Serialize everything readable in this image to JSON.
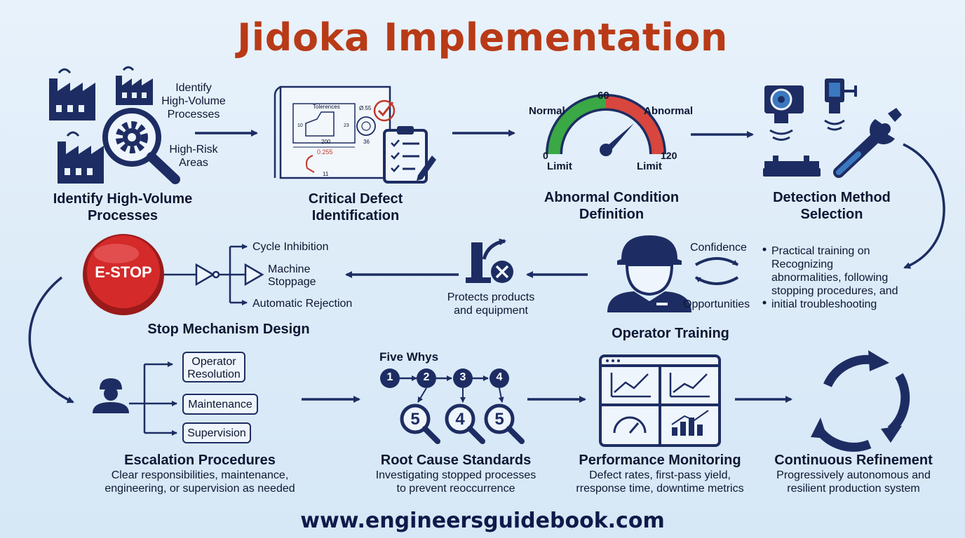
{
  "title": "Jidoka Implementation",
  "footer": "www.engineersguidebook.com",
  "colors": {
    "title": "#b93a17",
    "navy": "#1d2d63",
    "red_stop": "#d42a2a",
    "gauge_green": "#3aa845",
    "gauge_red": "#d8463d"
  },
  "steps": {
    "identify": {
      "title_l1": "Identify High-Volume",
      "title_l2": "Processes",
      "label_a_l1": "Identify",
      "label_a_l2": "High-Volume",
      "label_a_l3": "Processes",
      "label_b_l1": "High-Risk",
      "label_b_l2": "Areas",
      "icons": [
        "factory-icon",
        "magnifier-gear-icon"
      ]
    },
    "critical": {
      "title_l1": "Critical Defect",
      "title_l2": "Identification",
      "drawing": {
        "tolerances": "Tolerences",
        "dim_diameter": "Ø.55",
        "dim_200": "200",
        "dim_36": "36",
        "dim_red": "0.255",
        "side_10": "10",
        "side_23": "23",
        "side_11": "11"
      },
      "icons": [
        "blueprint-icon",
        "clipboard-checklist-icon"
      ]
    },
    "abnormal": {
      "title_l1": "Abnormal Condition",
      "title_l2": "Definition",
      "gauge": {
        "top": "60",
        "normal": "Normal",
        "abnormal": "Abnormal",
        "low": "0",
        "low_limit": "Limit",
        "high": "120",
        "high_limit": "Limit"
      }
    },
    "detection": {
      "title_l1": "Detection Method",
      "title_l2": "Selection",
      "icons": [
        "camera-sensor-icon",
        "proximity-sensor-icon",
        "fixture-icon",
        "wrench-icon"
      ]
    },
    "training": {
      "title": "Operator Training",
      "confidence": "Confidence",
      "opportunities": "Opportunities",
      "bullet_l1": "Practical training on",
      "bullet_l2": "Recognizing",
      "bullet_l3": "abnormalities, following",
      "bullet_l4": "stopping procedures, and",
      "bullet_l5": "initial troubleshooting"
    },
    "protect": {
      "label_l1": "Protects products",
      "label_l2": "and equipment"
    },
    "stop": {
      "title": "Stop Mechanism Design",
      "button": "E-STOP",
      "outputs": [
        "Cycle Inhibition",
        "Machine",
        "Stoppage",
        "Automatic Rejection"
      ]
    },
    "escalation": {
      "title": "Escalation Procedures",
      "boxes": [
        "Operator",
        "Resolution",
        "Maintenance",
        "Supervision"
      ],
      "desc_l1": "Clear responsibilities, maintenance,",
      "desc_l2": "engineering, or supervision as needed"
    },
    "root": {
      "title": "Root Cause Standards",
      "five_whys": "Five Whys",
      "chain": [
        "1",
        "2",
        "3",
        "4"
      ],
      "lenses": [
        "5",
        "4",
        "5"
      ],
      "desc_l1": "Investigating stopped processes",
      "desc_l2": "to prevent reoccurrence"
    },
    "performance": {
      "title": "Performance Monitoring",
      "desc_l1": "Defect rates, first-pass yield,",
      "desc_l2": "rresponse time, downtime metrics"
    },
    "continuous": {
      "title": "Continuous Refinement",
      "desc_l1": "Progressively autonomous and",
      "desc_l2": "resilient production system"
    }
  }
}
